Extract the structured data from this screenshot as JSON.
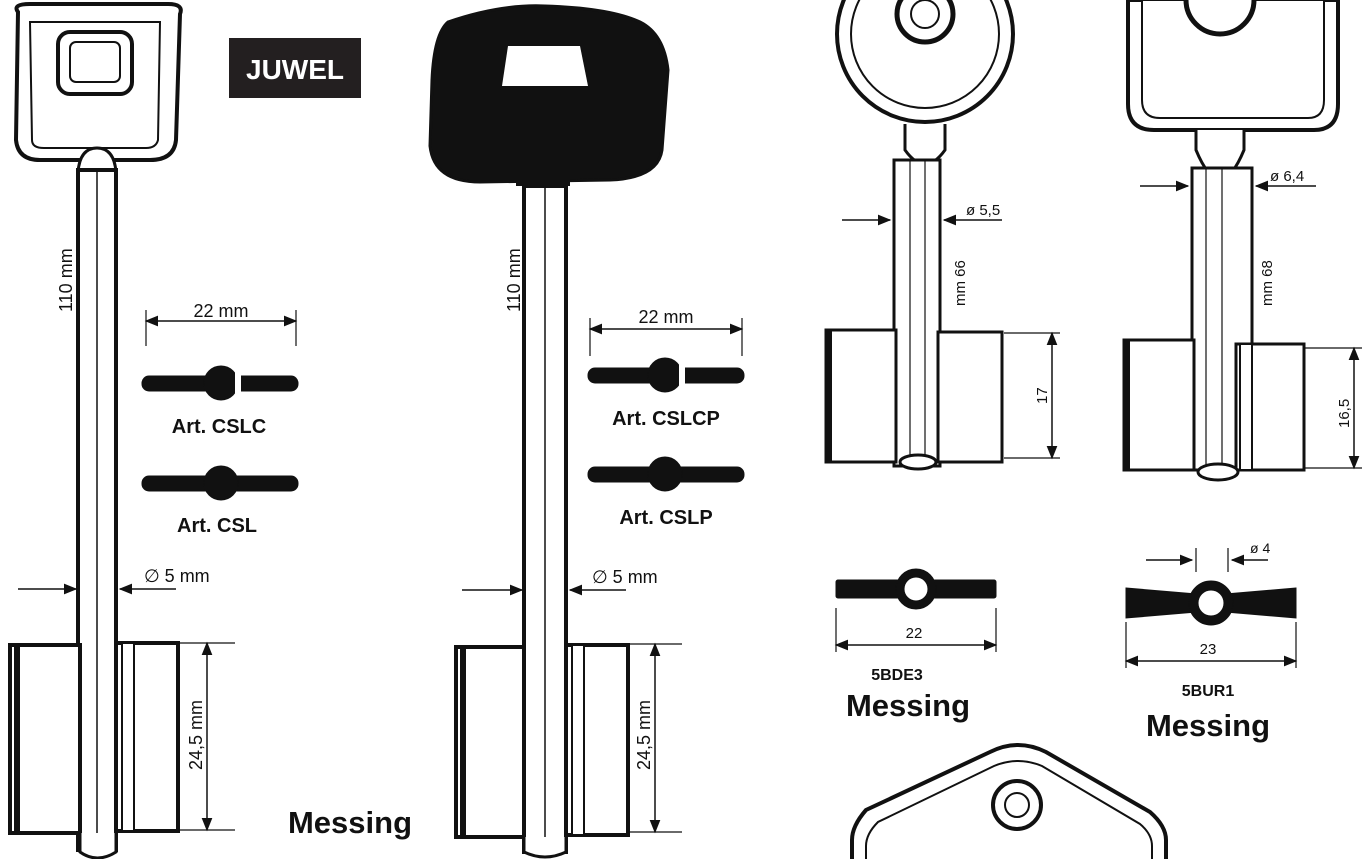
{
  "brand": {
    "name": "JUWEL",
    "bg_color": "#231f20"
  },
  "key1": {
    "length": "110 mm",
    "diameter": "∅ 5 mm",
    "bit_height": "24,5 mm",
    "profile_width": "22 mm",
    "profiles": [
      "Art. CSLC",
      "Art. CSL"
    ],
    "material": "Messing"
  },
  "key2": {
    "length": "110 mm",
    "diameter": "∅ 5 mm",
    "bit_height": "24,5 mm",
    "profile_width": "22 mm",
    "profiles": [
      "Art. CSLCP",
      "Art. CSLP"
    ]
  },
  "key3": {
    "diameter": "ø 5,5",
    "shaft_length": "mm 66",
    "bit_height": "17",
    "profile_width": "22",
    "article": "5BDE3",
    "material": "Messing"
  },
  "key4": {
    "diameter": "ø 6,4",
    "shaft_length": "mm 68",
    "bit_height": "16,5",
    "profile_width": "23",
    "profile_hole": "ø 4",
    "article": "5BUR1",
    "material": "Messing"
  }
}
